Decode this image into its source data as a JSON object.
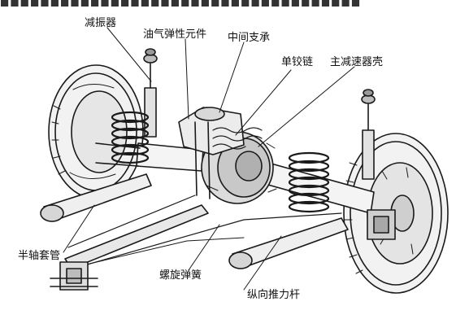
{
  "labels": {
    "shock_absorber": "减振器",
    "hydro_pneumatic_spring": "油气弹性元件",
    "center_support": "中间支承",
    "single_hinge": "单铰链",
    "final_drive_housing": "主减速器壳",
    "axle_tube": "半轴套管",
    "coil_spring": "螺旋弹簧",
    "trailing_arm": "纵向推力杆"
  }
}
